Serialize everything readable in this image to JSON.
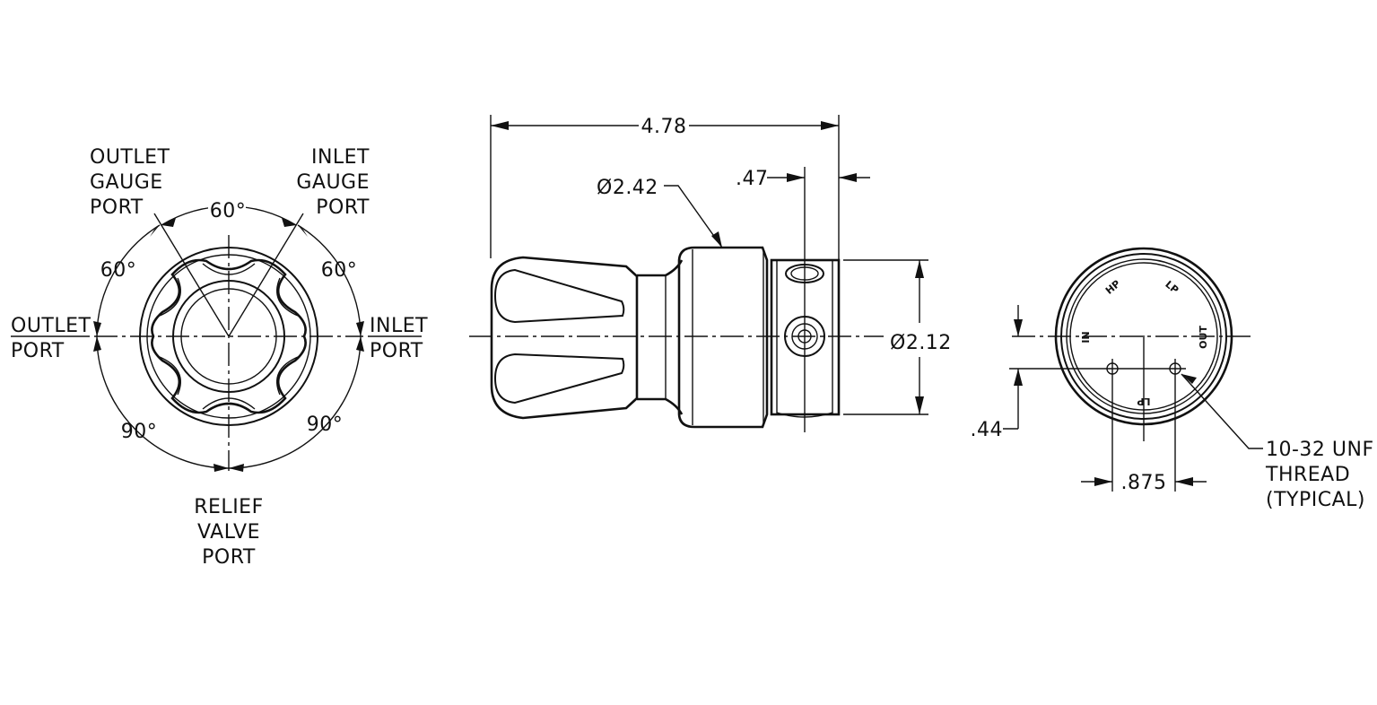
{
  "left_view": {
    "outlet_gauge_port": [
      "OUTLET",
      "GAUGE",
      "PORT"
    ],
    "inlet_gauge_port": [
      "INLET",
      "GAUGE",
      "PORT"
    ],
    "outlet_port": [
      "OUTLET",
      "PORT"
    ],
    "inlet_port": [
      "INLET",
      "PORT"
    ],
    "relief_valve_port": [
      "RELIEF",
      "VALVE",
      "PORT"
    ],
    "angle_top": "60°",
    "angle_upper_left": "60°",
    "angle_upper_right": "60°",
    "angle_lower_left": "90°",
    "angle_lower_right": "90°"
  },
  "side_view": {
    "overall_length": "4.78",
    "body_diameter": "Ø2.42",
    "port_offset": ".47",
    "base_diameter": "Ø2.12"
  },
  "right_view": {
    "hole_offset_vertical": ".44",
    "hole_spacing": ".875",
    "thread_note": [
      "10-32 UNF",
      "THREAD",
      "(TYPICAL)"
    ],
    "port_marks": {
      "in": "IN",
      "hp": "HP",
      "lp_top": "LP",
      "out": "OUT",
      "lp_bottom": "LP"
    }
  }
}
